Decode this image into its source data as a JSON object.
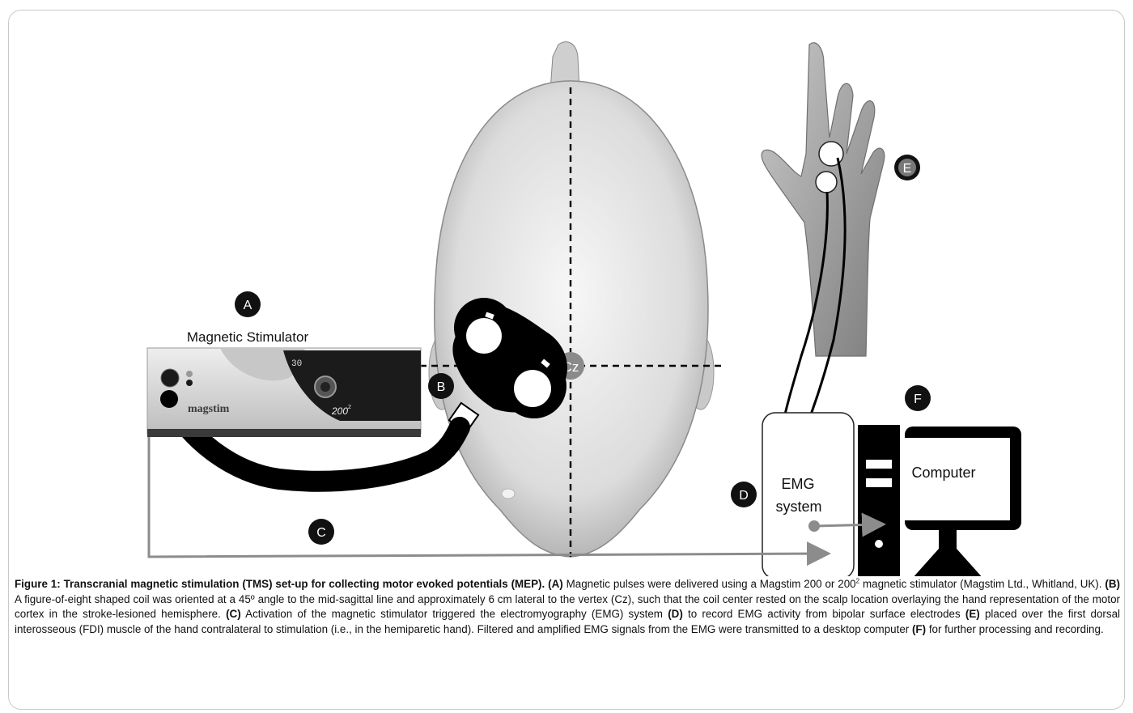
{
  "figure": {
    "badges": {
      "a": "A",
      "b": "B",
      "c": "C",
      "d": "D",
      "e": "E",
      "f": "F"
    },
    "stimulator": {
      "title": "Magnetic Stimulator",
      "brand": "magstim",
      "model": "200",
      "model_sup": "2",
      "display_value": "30"
    },
    "head": {
      "vertex_label": "Cz"
    },
    "emg": {
      "line1": "EMG",
      "line2": "system"
    },
    "computer": {
      "label": "Computer"
    },
    "colors": {
      "badge": "#111111",
      "cable": "#000000",
      "signal_line": "#8c8c8c",
      "cz_marker": "#8a8a8a",
      "head_fill": "#e4e4e4",
      "hand_fill": "#a9a9a9"
    }
  },
  "caption": {
    "title": "Figure 1: Transcranial magnetic stimulation (TMS) set-up for collecting motor evoked potentials (MEP).",
    "a_label": "(A)",
    "a_text_1": "Magnetic pulses were delivered using a Magstim 200 or 200",
    "a_sup": "2",
    "a_text_2": "magnetic stimulator (Magstim Ltd., Whitland, UK).",
    "b_label": "(B)",
    "b_text": "A figure-of-eight shaped coil was oriented at a 45º angle to the mid-sagittal line and approximately 6 cm lateral to the vertex (Cz), such that the coil center rested on the scalp location overlaying the hand representation of the motor cortex in the stroke-lesioned hemisphere.",
    "c_label": "(C)",
    "c_text": "Activation of the magnetic stimulator triggered the electromyography (EMG) system",
    "d_label": "(D)",
    "d_text": "to record EMG activity from bipolar surface electrodes",
    "e_label": "(E)",
    "e_text": "placed over the first dorsal interosseous (FDI) muscle of the hand contralateral to stimulation (i.e., in the hemiparetic hand). Filtered and amplified EMG signals from the EMG were transmitted to a desktop computer",
    "f_label": "(F)",
    "f_text": "for further processing and recording."
  }
}
